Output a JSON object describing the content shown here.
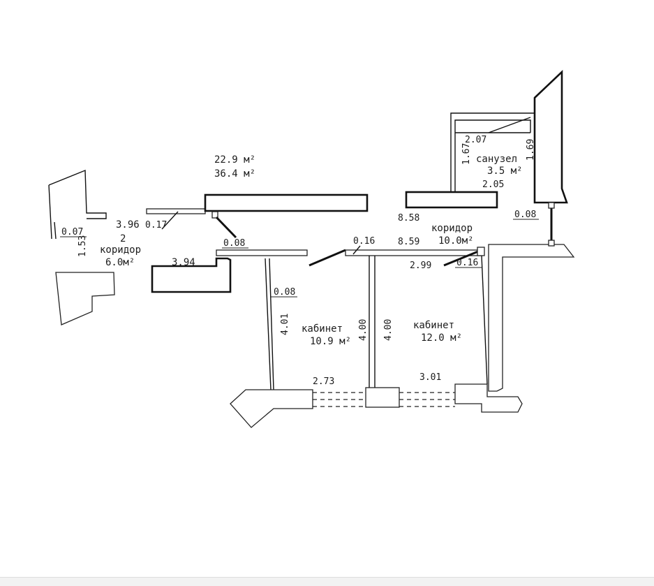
{
  "rooms": {
    "corridor_left": {
      "name": "коридор",
      "area": "6.0м²",
      "number": "2"
    },
    "corridor_right": {
      "name": "коридор",
      "area": "10.0м²"
    },
    "bathroom": {
      "name": "санузел",
      "area": "3.5 м²"
    },
    "office_left": {
      "name": "кабинет",
      "area": "10.9 м²"
    },
    "office_right": {
      "name": "кабинет",
      "area": "12.0 м²"
    }
  },
  "totals": {
    "area_1": "22.9 м²",
    "area_2": "36.4 м²"
  },
  "dimensions": {
    "d_0_07": "0.07",
    "d_1_53": "1.53",
    "d_3_96": "3.96",
    "d_0_17": "0.17",
    "d_0_08_a": "0.08",
    "d_3_94": "3.94",
    "d_0_08_b": "0.08",
    "d_4_01": "4.01",
    "d_0_16_a": "0.16",
    "d_8_59": "8.59",
    "d_8_58": "8.58",
    "d_4_00_a": "4.00",
    "d_4_00_b": "4.00",
    "d_2_99": "2.99",
    "d_0_16_b": "0.16",
    "d_0_08_c": "0.08",
    "d_2_07": "2.07",
    "d_1_67": "1.67",
    "d_1_69": "1.69",
    "d_2_05": "2.05",
    "d_2_73": "2.73",
    "d_3_01": "3.01"
  }
}
